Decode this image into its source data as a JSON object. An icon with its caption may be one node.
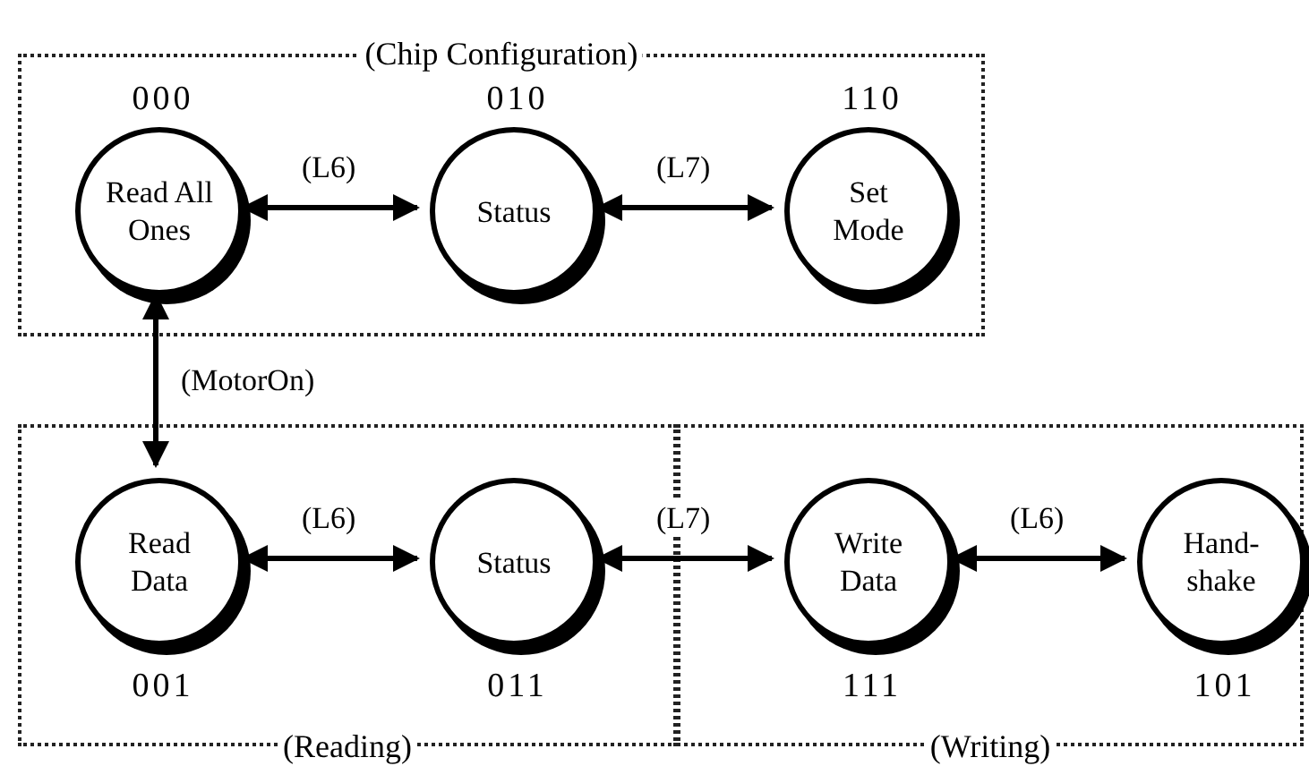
{
  "diagram": {
    "nodes": [
      {
        "text": [
          "(Chip Configuration)"
        ]
      },
      {
        "text": [
          "Read All Ones"
        ],
        "in": 0,
        "beside": [
          "000"
        ]
      },
      {
        "text": [
          "Status"
        ],
        "in": 0,
        "beside": [
          "010"
        ]
      },
      {
        "text": [
          "Set Mode"
        ],
        "in": 0,
        "beside": [
          "110"
        ]
      },
      {
        "text": [
          "(Reading)"
        ]
      },
      {
        "text": [
          "Read Data"
        ],
        "in": 4,
        "beside": [
          "001"
        ]
      },
      {
        "text": [
          "Status"
        ],
        "in": 4,
        "beside": [
          "011"
        ]
      },
      {
        "text": [
          "(Writing)"
        ]
      },
      {
        "text": [
          "Write Data"
        ],
        "in": 7,
        "beside": [
          "111"
        ]
      },
      {
        "text": [
          "Hand-shake"
        ],
        "in": 7,
        "beside": [
          "101"
        ]
      }
    ],
    "edges": [
      {
        "from": 1,
        "to": 2,
        "arrow": "both",
        "label": "(L6)"
      },
      {
        "from": 2,
        "to": 3,
        "arrow": "both",
        "label": "(L7)"
      },
      {
        "from": 1,
        "to": 5,
        "arrow": "both",
        "label": "(MotorOn)"
      },
      {
        "from": 5,
        "to": 6,
        "arrow": "both",
        "label": "(L6)"
      },
      {
        "from": 6,
        "to": 8,
        "arrow": "both",
        "label": "(L7)"
      },
      {
        "from": 8,
        "to": 9,
        "arrow": "both",
        "label": "(L6)"
      }
    ]
  }
}
